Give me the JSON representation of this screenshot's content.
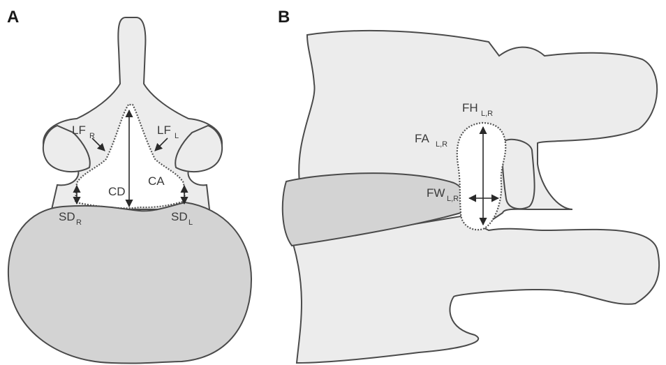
{
  "panels": {
    "a": {
      "letter": "A"
    },
    "b": {
      "letter": "B"
    }
  },
  "labels_a": {
    "lf_r": {
      "main": "LF",
      "sub": "R"
    },
    "lf_l": {
      "main": "LF",
      "sub": "L"
    },
    "cd": {
      "main": "CD"
    },
    "ca": {
      "main": "CA"
    },
    "sd_r": {
      "main": "SD",
      "sub": "R"
    },
    "sd_l": {
      "main": "SD",
      "sub": "L"
    }
  },
  "labels_b": {
    "fh": {
      "main": "FH",
      "sub": "L,R"
    },
    "fa": {
      "main": "FA",
      "sub": "L,R"
    },
    "fw": {
      "main": "FW",
      "sub": "L,R"
    }
  },
  "colors": {
    "bone": "#ececec",
    "disc": "#d3d3d3",
    "outline": "#4a4a4a"
  }
}
